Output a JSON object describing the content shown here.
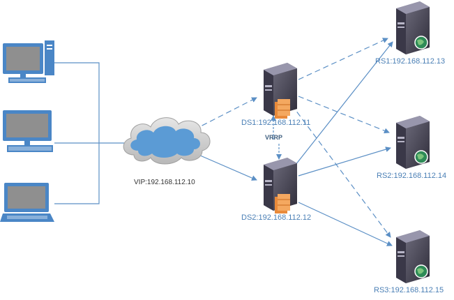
{
  "labels": {
    "vip": "VIP:192.168.112.10",
    "ds1": "DS1:192.168.112.11",
    "ds2": "DS2:192.168.112.12",
    "vrrp": "VRRP",
    "rs1": "RS1:192.168.112.13",
    "rs2": "RS2:192.168.112.14",
    "rs3": "RS3:192.168.112.15"
  },
  "colors": {
    "line": "#5b8fc5",
    "monitor": "#4a86c6",
    "cloud": "#5b9bd5",
    "server": "#4a4858",
    "firewall": "#e98a3a",
    "globe": "#2e8b57"
  },
  "icons": [
    "desktop-icon",
    "laptop-icon",
    "cloud-icon",
    "server-icon",
    "firewall-icon",
    "globe-icon"
  ]
}
